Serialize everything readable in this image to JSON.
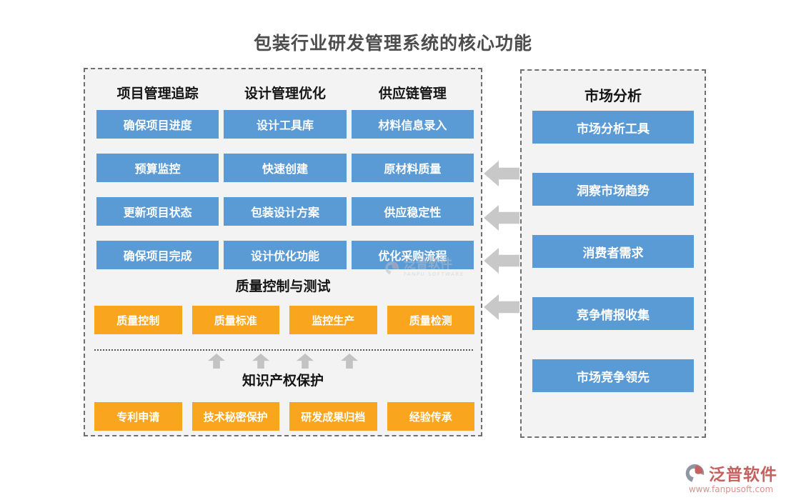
{
  "title": "包装行业研发管理系统的核心功能",
  "left_panel": {
    "columns": [
      {
        "header": "项目管理追踪",
        "items": [
          "确保项目进度",
          "预算监控",
          "更新项目状态",
          "确保项目完成"
        ]
      },
      {
        "header": "设计管理优化",
        "items": [
          "设计工具库",
          "快速创建",
          "包装设计方案",
          "设计优化功能"
        ]
      },
      {
        "header": "供应链管理",
        "items": [
          "材料信息录入",
          "原材料质量",
          "供应稳定性",
          "优化采购流程"
        ]
      }
    ],
    "quality_section": {
      "header": "质量控制与测试",
      "items": [
        "质量控制",
        "质量标准",
        "监控生产",
        "质量检测"
      ]
    },
    "ip_section": {
      "header": "知识产权保护",
      "items": [
        "专利申请",
        "技术秘密保护",
        "研发成果归档",
        "经验传承"
      ]
    }
  },
  "right_panel": {
    "header": "市场分析",
    "items": [
      "市场分析工具",
      "洞察市场趋势",
      "消费者需求",
      "竞争情报收集",
      "市场竞争领先"
    ]
  },
  "watermark": {
    "name": "泛普软件",
    "subtitle": "FANPU SOFTWARE"
  },
  "footer_brand": {
    "name": "泛普软件",
    "url": "www.fanpusoft.com"
  },
  "colors": {
    "button_blue": "#5b9bd5",
    "button_orange": "#f9a51e",
    "arrow_gray": "#c8c8c8",
    "panel_bg": "#f3f3f4",
    "brand_red": "#c4615e",
    "title_gray": "#4d4d4d"
  }
}
